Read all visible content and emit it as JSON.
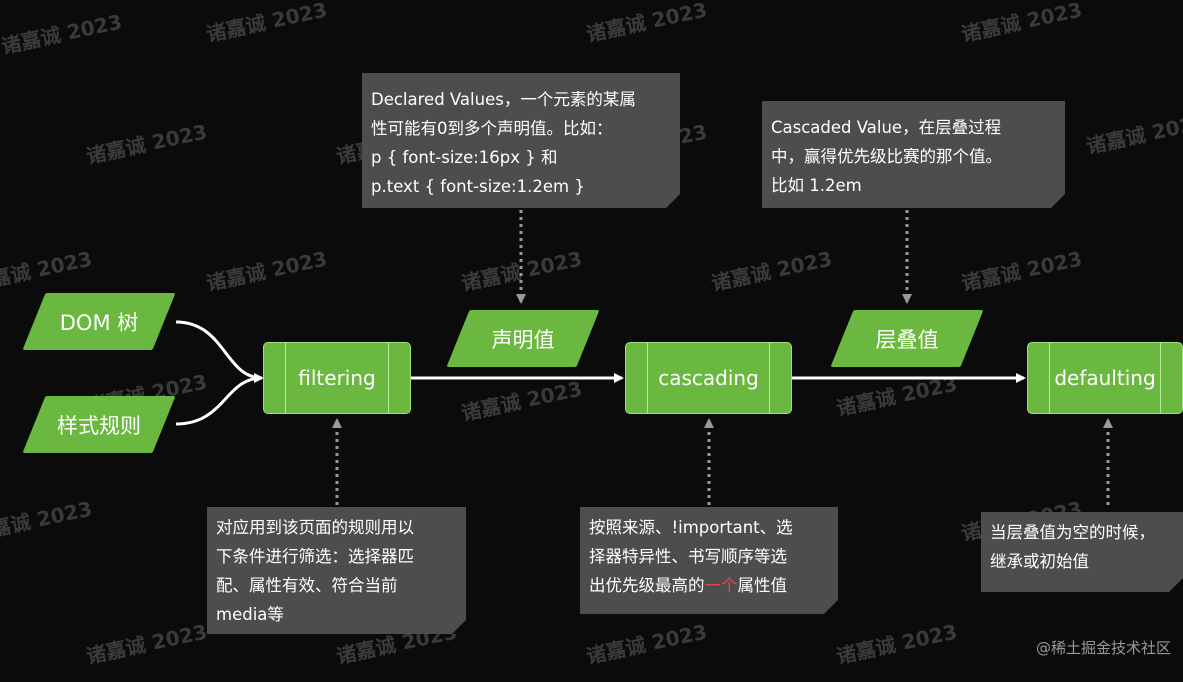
{
  "watermark_text": "诸嘉诚 2023",
  "inputs": [
    {
      "label": "DOM 树"
    },
    {
      "label": "样式规则"
    }
  ],
  "processes": [
    {
      "label": "filtering"
    },
    {
      "label": "cascading"
    },
    {
      "label": "defaulting"
    }
  ],
  "outputs": [
    {
      "label": "声明值"
    },
    {
      "label": "层叠值"
    }
  ],
  "notes": {
    "declared": {
      "lines": [
        "Declared Values，一个元素的某属",
        "性可能有0到多个声明值。比如：",
        "p { font-size:16px } 和",
        "p.text { font-size:1.2em }"
      ]
    },
    "cascaded": {
      "lines": [
        "Cascaded Value，在层叠过程",
        "中，赢得优先级比赛的那个值。",
        "比如 1.2em"
      ]
    },
    "filtering": {
      "lines": [
        "对应用到该页面的规则用以",
        "下条件进行筛选：选择器匹",
        "配、属性有效、符合当前",
        "media等"
      ]
    },
    "cascading": {
      "line1": "按照来源、!important、选",
      "line2": "择器特异性、书写顺序等选",
      "line3_pre": "出优先级最高的",
      "line3_accent": "一个",
      "line3_post": "属性值"
    },
    "defaulting": {
      "lines": [
        "当层叠值为空的时候，",
        "继承或初始值"
      ]
    }
  },
  "brand": "@稀土掘金技术社区",
  "colors": {
    "background": "#0b0b0b",
    "green": "#6ab83f",
    "note": "#4d4d4d",
    "accent": "#e3454c",
    "arrow": "#ffffff",
    "dotted": "#9a9a9a"
  }
}
